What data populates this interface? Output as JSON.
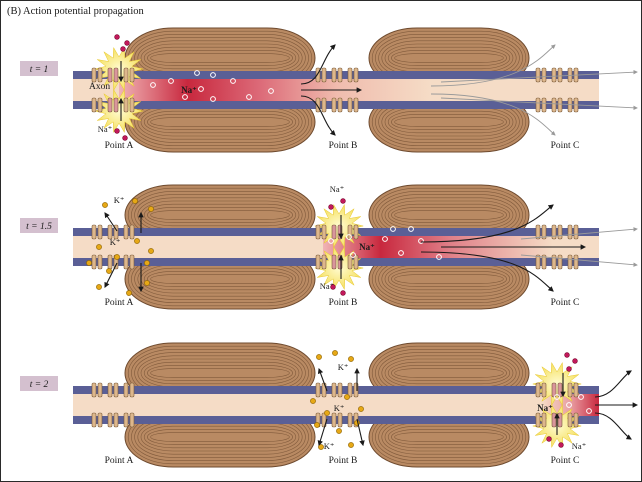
{
  "figure": {
    "panel_title": "(B)  Action potential propagation",
    "colors": {
      "membrane": "#5a5f96",
      "axoplasm": "#f5dcc6",
      "myelin": "#b98a63",
      "myelin_line": "#6e4a2e",
      "channel": "#ddb78c",
      "channel_open": "#d9959c",
      "sodium_current": "#c8283e",
      "sodium_dot": "#c2185b",
      "potassium_dot": "#e6a816",
      "spark": "#f7e36a",
      "time_tag": "#d4c0cf"
    },
    "common": {
      "axon_label": "Axon",
      "point_a": "Point A",
      "point_b": "Point B",
      "point_c": "Point C"
    },
    "rows": [
      {
        "time_label": "t = 1",
        "na_label": "Na⁺",
        "na_label_bottom": "Na⁺"
      },
      {
        "time_label": "t = 1.5",
        "k_label": "K⁺",
        "k_label_inner": "K⁺",
        "na_label_top": "Na⁺",
        "na_label_inner": "Na⁺",
        "na_label_bottom": "Na⁺"
      },
      {
        "time_label": "t = 2",
        "k_label": "K⁺",
        "k_label_inner": "K⁺",
        "k_label_bottom": "K⁺",
        "na_label_inner": "Na⁺",
        "na_label_bottom": "Na⁺"
      }
    ]
  }
}
